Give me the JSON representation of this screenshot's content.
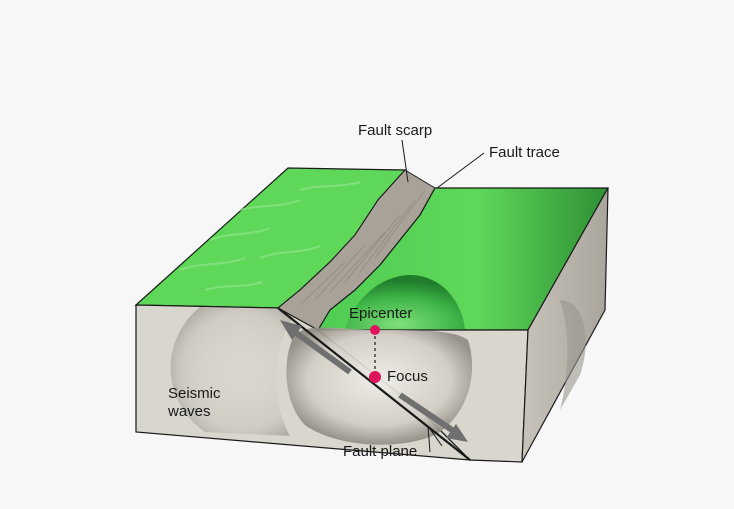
{
  "labels": {
    "fault_scarp": "Fault scarp",
    "fault_trace": "Fault trace",
    "epicenter": "Epicenter",
    "focus": "Focus",
    "seismic_waves_line1": "Seismic",
    "seismic_waves_line2": "waves",
    "fault_plane": "Fault plane"
  },
  "colors": {
    "ground_green": "#5fd85a",
    "ground_green_dark": "#2f9a35",
    "rock_face": "#d9d6ce",
    "rock_side": "#b8b4ab",
    "scarp": "#a8a298",
    "marker": "#e0145c",
    "arrow": "#6f6f6f",
    "outline": "#1a1a1a"
  }
}
